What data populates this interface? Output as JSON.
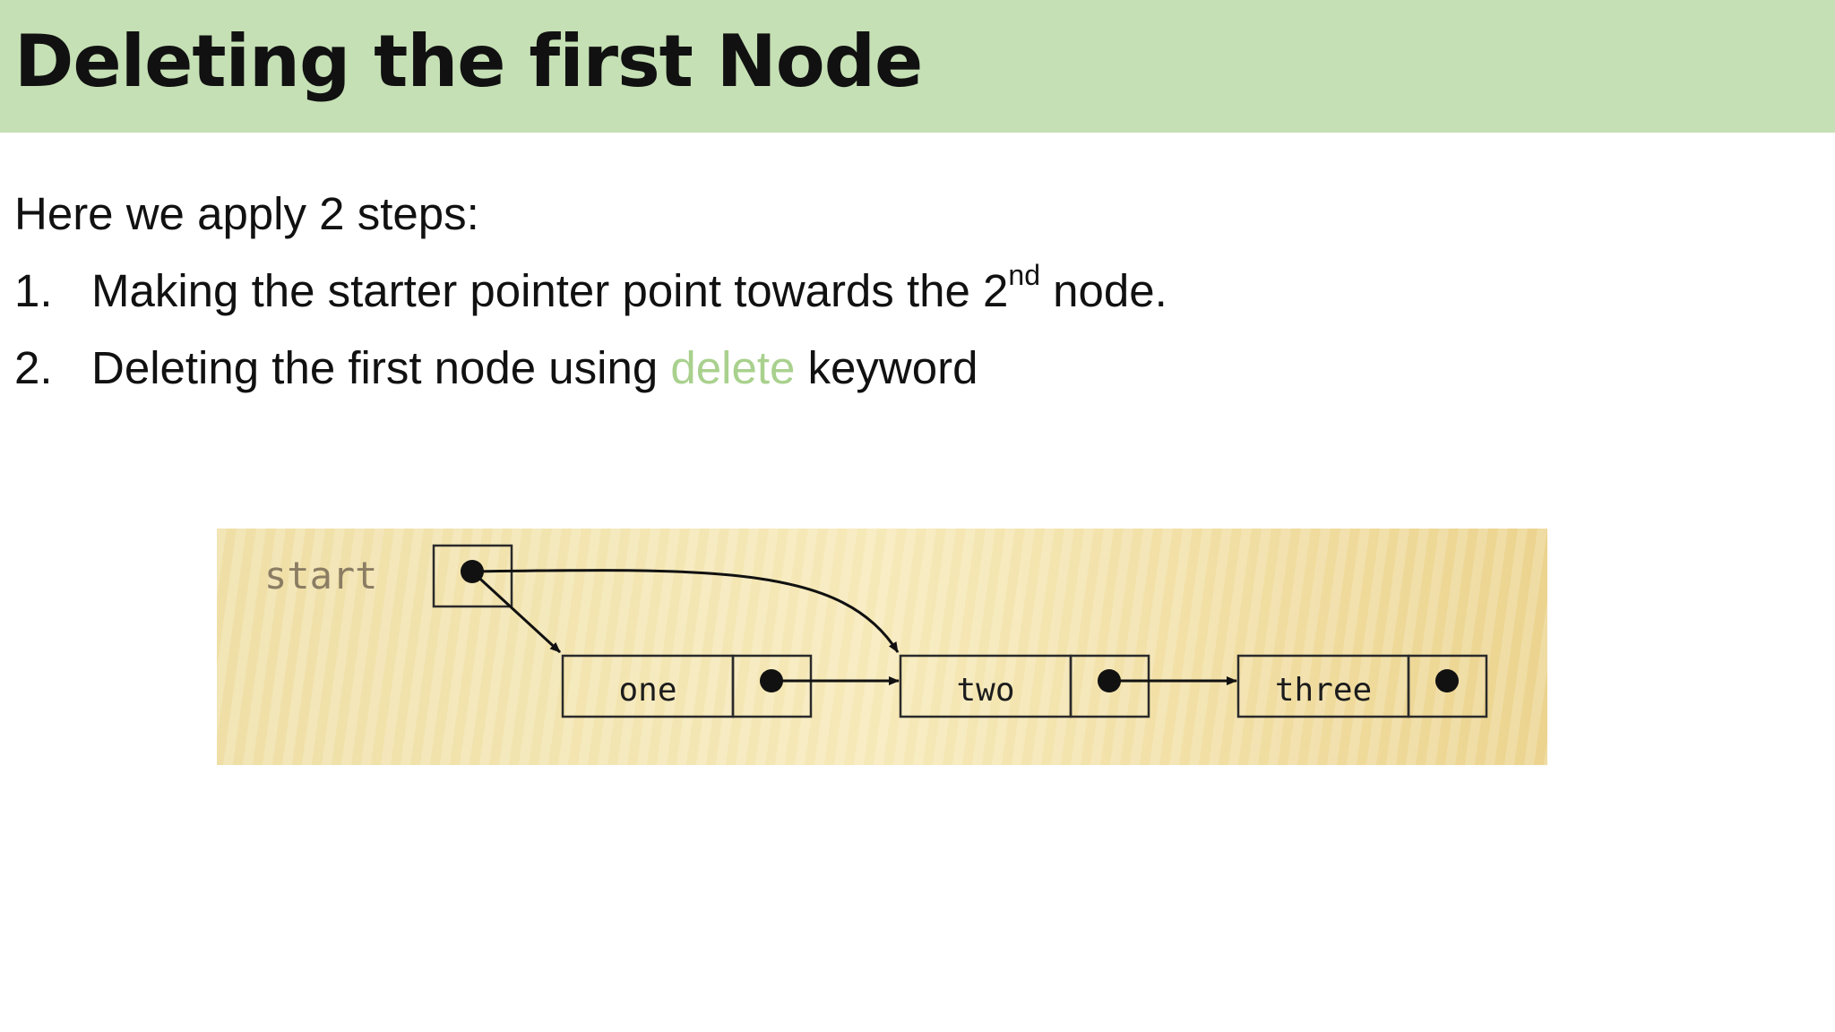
{
  "slide": {
    "title": "Deleting the first Node",
    "intro": "Here we apply 2 steps:",
    "steps": [
      {
        "number": "1.",
        "text_before": "Making the starter pointer point towards the 2",
        "superscript": "nd",
        "text_after": " node."
      },
      {
        "number": "2.",
        "text_before": "Deleting the first node using ",
        "keyword": "delete",
        "text_after": " keyword"
      }
    ],
    "keyword_color": "#a9d18e",
    "title_bar_color": "#c5e0b4"
  },
  "diagram": {
    "start_label": "start",
    "nodes": [
      {
        "label": "one"
      },
      {
        "label": "two"
      },
      {
        "label": "three"
      }
    ]
  }
}
